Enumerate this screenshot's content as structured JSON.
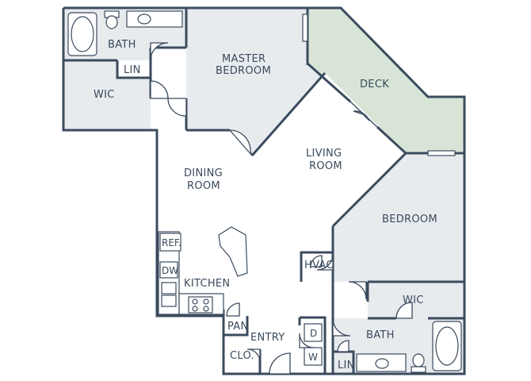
{
  "colors": {
    "wall": "#3b4b5e",
    "room_fill": "#e8ebee",
    "open_fill": "#ffffff",
    "deck_fill": "#d8e4d6",
    "label": "#3a4a5c"
  },
  "rooms": {
    "bath_top": "BATH",
    "lin_top": "LIN",
    "wic_top": "WIC",
    "master_line1": "MASTER",
    "master_line2": "BEDROOM",
    "deck": "DECK",
    "living_line1": "LIVING",
    "living_line2": "ROOM",
    "dining_line1": "DINING",
    "dining_line2": "ROOM",
    "bedroom": "BEDROOM",
    "kitchen": "KITCHEN",
    "hvac": "HVAC",
    "wic_bottom": "WIC",
    "bath_bottom": "BATH",
    "lin_bottom": "LIN",
    "pan": "PAN",
    "entry": "ENTRY",
    "clo": "CLO."
  },
  "fixtures": {
    "ref": "REF.",
    "dw": "DW",
    "dryer": "D",
    "washer": "W"
  }
}
